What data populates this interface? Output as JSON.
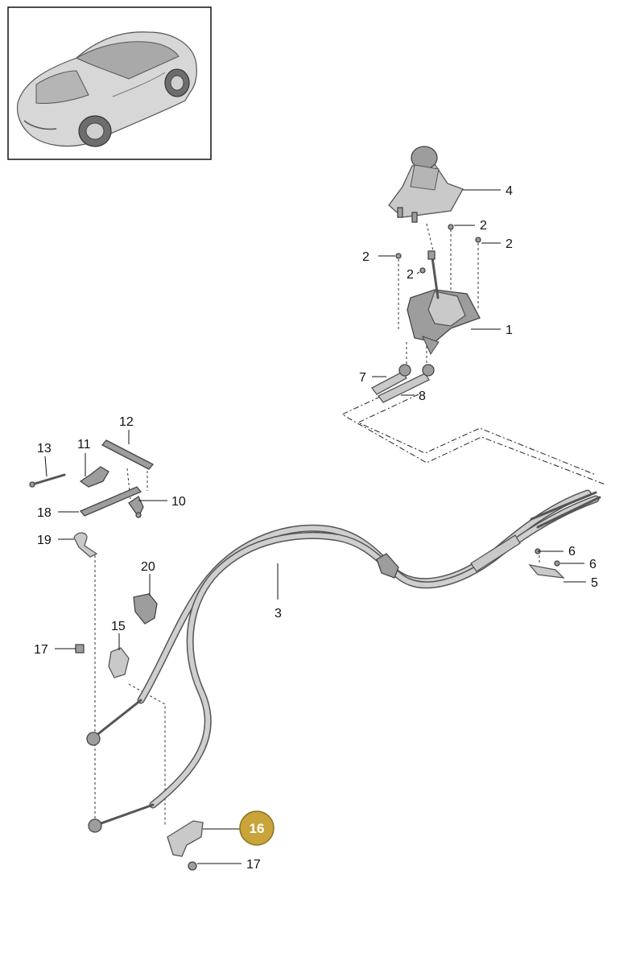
{
  "callouts": [
    {
      "id": "c1",
      "label": "1"
    },
    {
      "id": "c2a",
      "label": "2"
    },
    {
      "id": "c2b",
      "label": "2"
    },
    {
      "id": "c2c",
      "label": "2"
    },
    {
      "id": "c2d",
      "label": "2"
    },
    {
      "id": "c3",
      "label": "3"
    },
    {
      "id": "c4",
      "label": "4"
    },
    {
      "id": "c5",
      "label": "5"
    },
    {
      "id": "c6a",
      "label": "6"
    },
    {
      "id": "c6b",
      "label": "6"
    },
    {
      "id": "c7",
      "label": "7"
    },
    {
      "id": "c8",
      "label": "8"
    },
    {
      "id": "c10",
      "label": "10"
    },
    {
      "id": "c11",
      "label": "11"
    },
    {
      "id": "c12",
      "label": "12"
    },
    {
      "id": "c13",
      "label": "13"
    },
    {
      "id": "c15",
      "label": "15"
    },
    {
      "id": "c16",
      "label": "16",
      "highlighted": true
    },
    {
      "id": "c17a",
      "label": "17"
    },
    {
      "id": "c17b",
      "label": "17"
    },
    {
      "id": "c18",
      "label": "18"
    },
    {
      "id": "c19",
      "label": "19"
    },
    {
      "id": "c20",
      "label": "20"
    }
  ],
  "colors": {
    "highlight": "#c9a43a",
    "part": "#c9c9c9",
    "outline": "#555555"
  },
  "icons": {
    "vehicle_thumbnail": "car-thumbnail-icon"
  }
}
